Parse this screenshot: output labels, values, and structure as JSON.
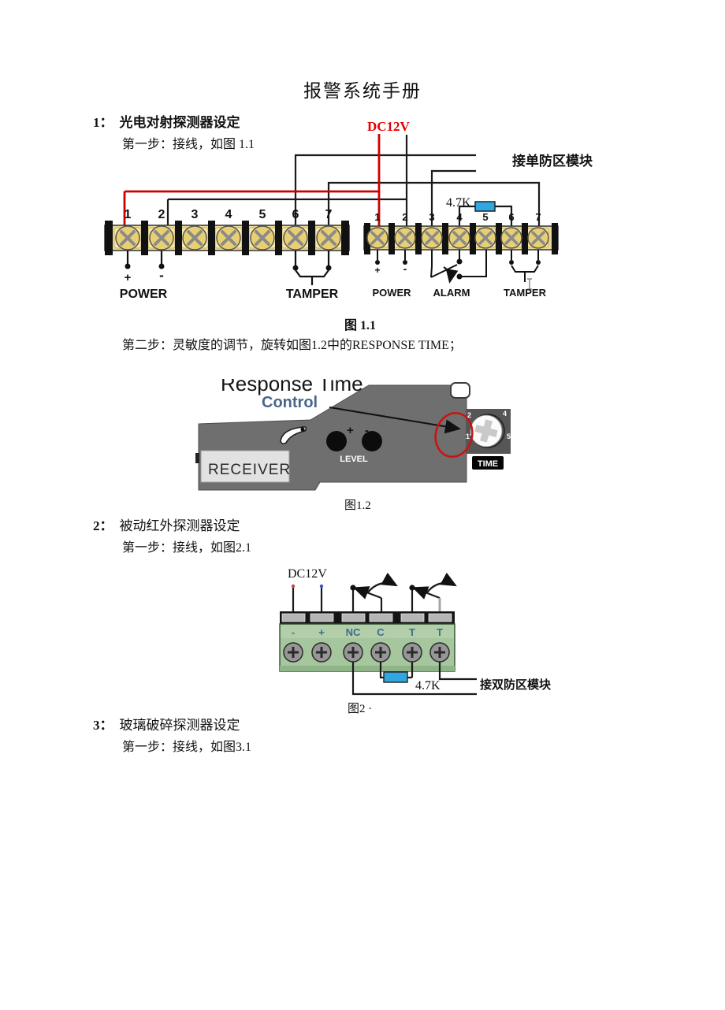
{
  "title": "报警系统手册",
  "section1": {
    "number": "1：",
    "heading": "光电对射探测器设定",
    "step1": "第一步：接线，如图 1.1",
    "step2": "第二步：灵敏度的调节，旋转如图1.2中的RESPONSE TIME；",
    "fig11_caption": "图 1.1",
    "fig12_caption": "图1.2"
  },
  "section2": {
    "number": "2：",
    "heading": "被动红外探测器设定",
    "step1": "第一步：接线，如图2.1",
    "fig21_caption": "图2 ·"
  },
  "section3": {
    "number": "3：",
    "heading": "玻璃破碎探测器设定",
    "step1": "第一步：接线，如图3.1"
  },
  "figure1_1": {
    "dc12v": "DC12V",
    "module_label": "接单防区模块",
    "resistor_label": "4.7K",
    "left_terminals": [
      "1",
      "2",
      "3",
      "4",
      "5",
      "6",
      "7"
    ],
    "right_terminals": [
      "1",
      "2",
      "3",
      "4",
      "5",
      "6",
      "7"
    ],
    "left_plus": "+",
    "left_minus": "-",
    "left_power": "POWER",
    "left_tamper": "TAMPER",
    "right_plus": "+",
    "right_minus": "-",
    "right_power": "POWER",
    "right_alarm": "ALARM",
    "right_tamper": "TAMPER"
  },
  "figure1_2": {
    "response_time": "Response Time",
    "control": "Control",
    "receiver": "RECEIVER",
    "plus_minus": "+ -",
    "level": "LEVEL",
    "time": "TIME",
    "dial_n2": "2",
    "dial_n4": "4",
    "dial_n1": "1'",
    "dial_n5": "5"
  },
  "figure2_1": {
    "dc12v": "DC12V",
    "terminals": [
      "-",
      "+",
      "NC",
      "C",
      "T",
      "T"
    ],
    "resistor_label": "4.7K",
    "module_label": "接双防区模块"
  },
  "colors": {
    "wire_red": "#cc0000",
    "dc12v_red": "#e60000",
    "resistor_blue": "#2fa8e1",
    "terminal_tan": "#ecd98e",
    "block_green": "#a6c69e",
    "device_gray": "#6f6f6f"
  }
}
